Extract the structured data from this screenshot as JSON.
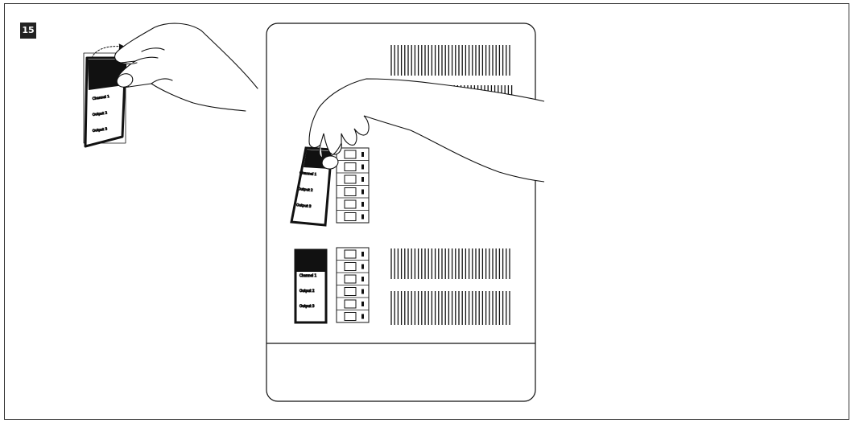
{
  "step": {
    "number": "15"
  },
  "label_card": {
    "lines": [
      "Channel 1",
      "Output 2",
      "Output 3"
    ]
  },
  "icons": {
    "hand": "hand-icon",
    "arrow": "curved-arrow-icon"
  }
}
